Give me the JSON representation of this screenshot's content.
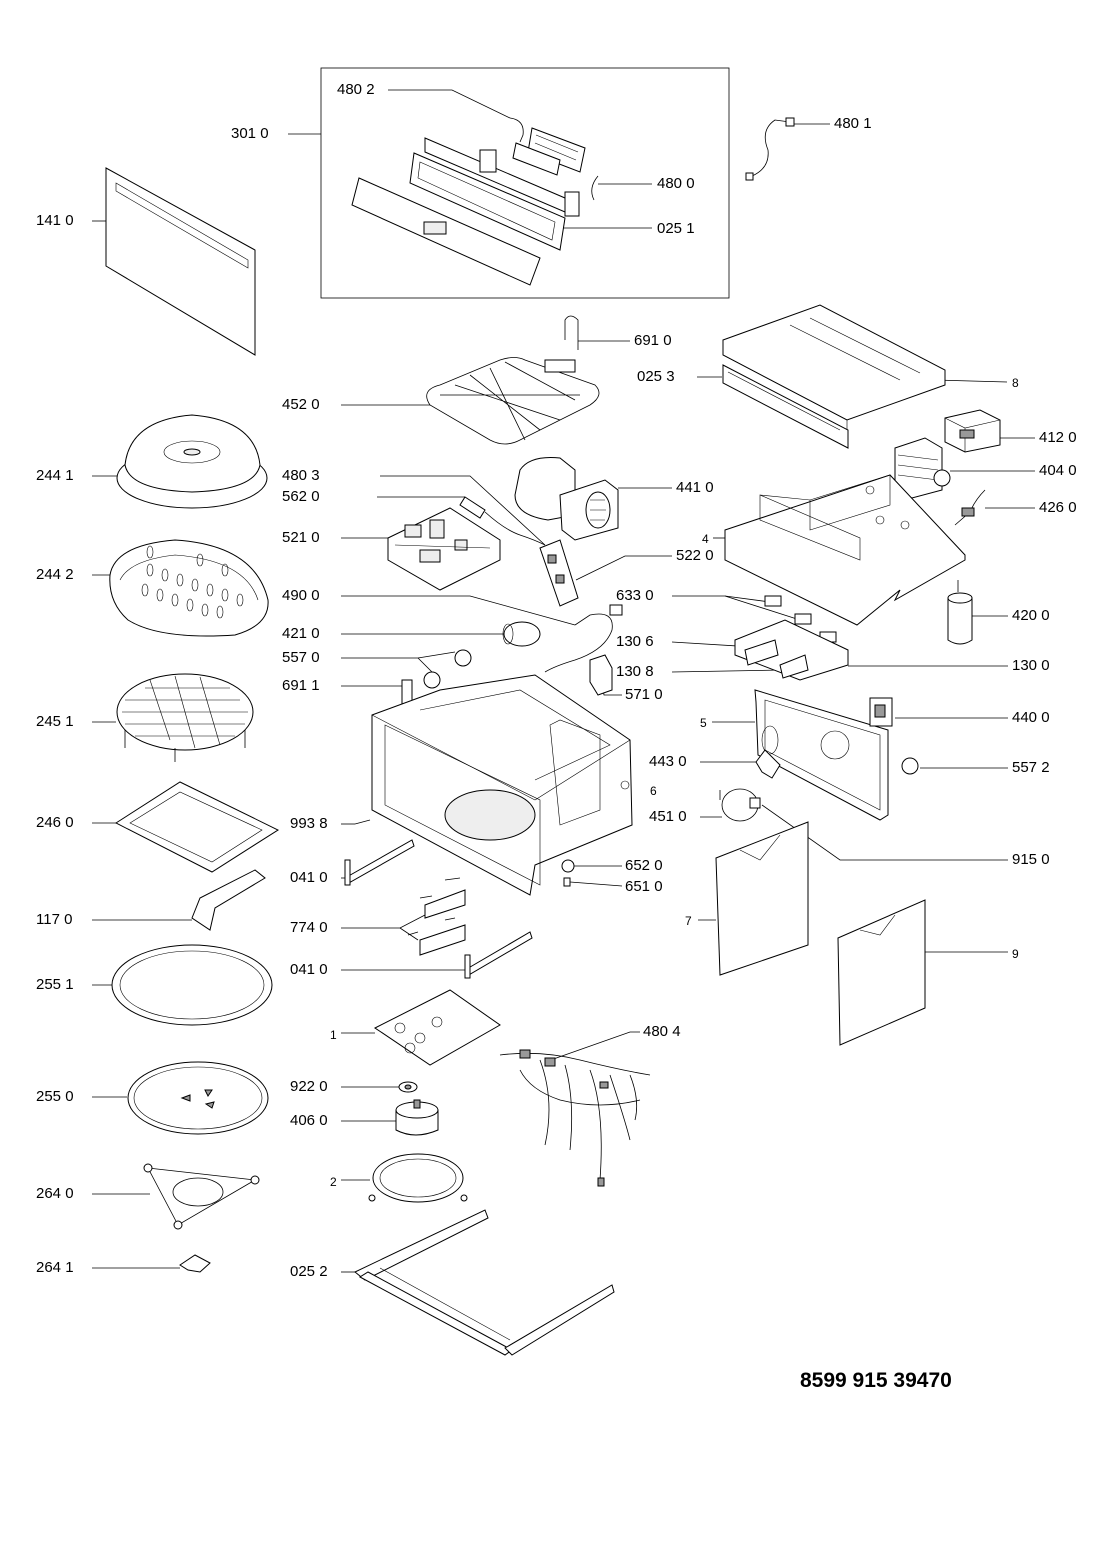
{
  "labels": {
    "p3010": "301 0",
    "p4802": "480 2",
    "p4801": "480 1",
    "p4800": "480 0",
    "p0251": "025 1",
    "p1410": "141 0",
    "p6910": "691 0",
    "p0253": "025 3",
    "p8": "8",
    "p4520": "452 0",
    "p4120": "412 0",
    "p2441": "244 1",
    "p4040": "404 0",
    "p4803": "480 3",
    "p4410": "441 0",
    "p5620": "562 0",
    "p4260": "426 0",
    "p4": "4",
    "p5210": "521 0",
    "p5220": "522 0",
    "p2442": "244 2",
    "p4900": "490 0",
    "p6330": "633 0",
    "p4210": "421 0",
    "p4200": "420 0",
    "p1306": "130 6",
    "p5570": "557 0",
    "p1308": "130 8",
    "p1300": "130 0",
    "p6911": "691 1",
    "p5710": "571 0",
    "p2451": "245 1",
    "p5": "5",
    "p4400": "440 0",
    "p4430": "443 0",
    "p5572": "557 2",
    "p6": "6",
    "p2460": "246 0",
    "p9938": "993 8",
    "p4510": "451 0",
    "p6520": "652 0",
    "p9150": "915 0",
    "p0410a": "041 0",
    "p6510": "651 0",
    "p1170": "117 0",
    "p7740": "774 0",
    "p7": "7",
    "p9": "9",
    "p0410b": "041 0",
    "p2551": "255 1",
    "p4804": "480 4",
    "p1": "1",
    "p9220": "922 0",
    "p2550": "255 0",
    "p4060": "406 0",
    "p2640": "264 0",
    "p2": "2",
    "p2641": "264 1",
    "p0252": "025 2"
  },
  "document_number": "8599 915 39470"
}
